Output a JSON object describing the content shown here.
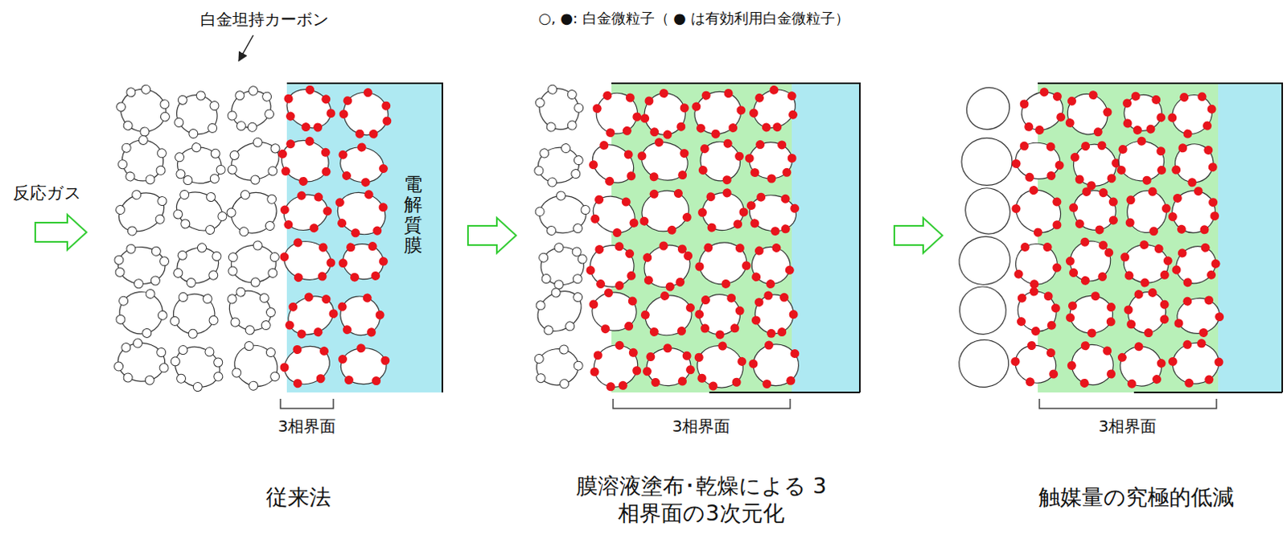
{
  "diagram": {
    "nodes": [
      {
        "text": [
          "電解質膜"
        ]
      }
    ],
    "labels": [
      "白金坦持カーボン",
      "○, ●: 白金微粒子（ ● は有効利用白金微粒子）",
      "反応ガス",
      "3相界面",
      "3相界面",
      "3相界面",
      "従来法",
      "膜溶液塗布･乾燥による 3相界面の3次元化",
      "触媒量の究極的低減"
    ]
  }
}
